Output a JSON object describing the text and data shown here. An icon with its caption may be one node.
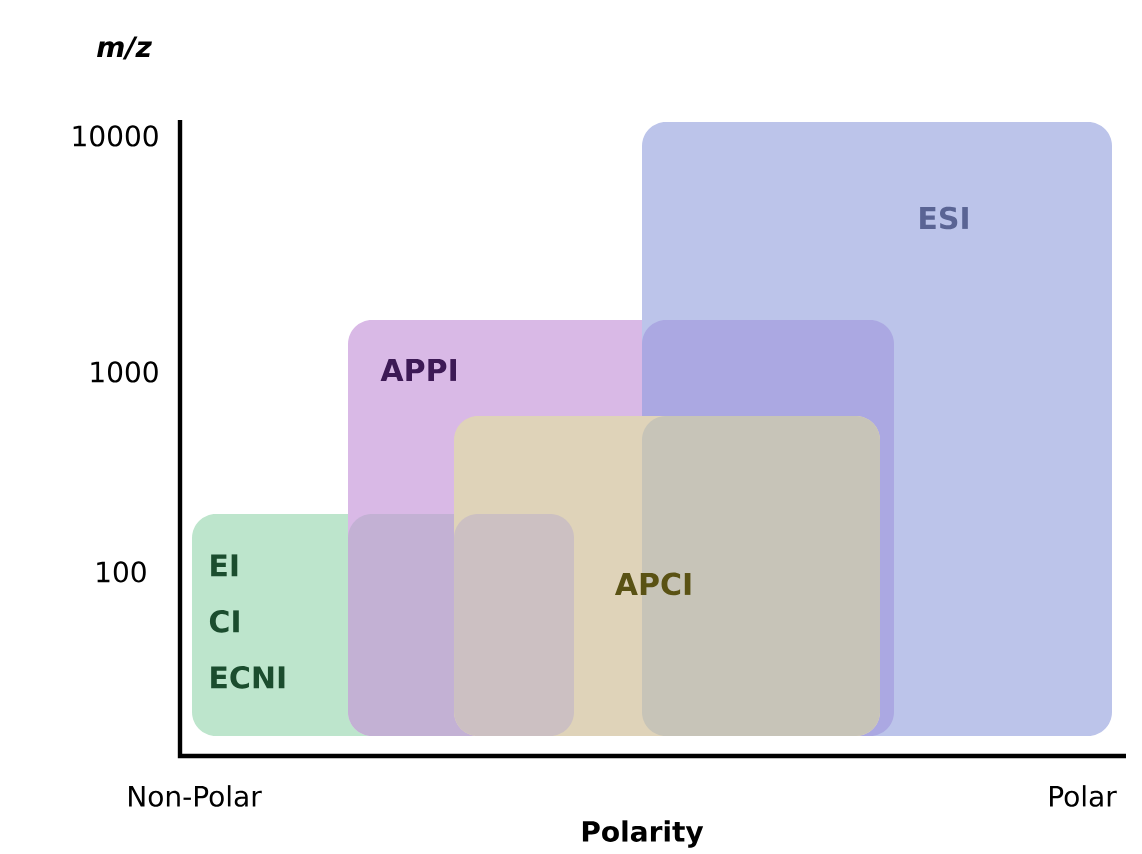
{
  "diagram": {
    "nodes": [
      {
        "text": [
          "EI",
          "CI",
          "ECNI"
        ]
      },
      {
        "text": [
          "APPI"
        ]
      },
      {
        "text": [
          "ESI"
        ]
      },
      {
        "text": [
          "APCI"
        ]
      }
    ],
    "labels": [
      "m/z",
      "10000",
      "1000",
      "100",
      "Non-Polar",
      "Polar",
      "Polarity"
    ]
  }
}
